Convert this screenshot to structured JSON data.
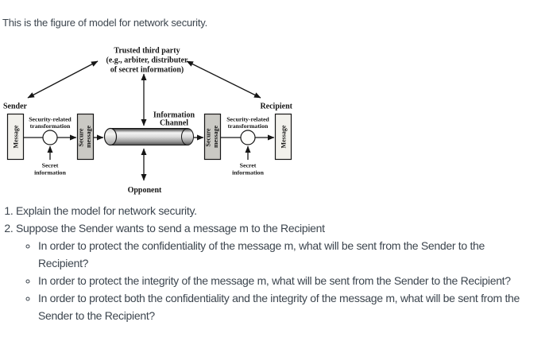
{
  "page": {
    "intro_text": "This is the figure of model for network security."
  },
  "diagram": {
    "trusted_third_party": {
      "line1": "Trusted third party",
      "line2": "(e.g., arbiter, distributer",
      "line3": "of secret information)"
    },
    "sender_label": "Sender",
    "recipient_label": "Recipient",
    "message_label": "Message",
    "secure_message": {
      "line1": "Secure",
      "line2": "message"
    },
    "security_transformation": {
      "line1": "Security-related",
      "line2": "transformation"
    },
    "secret_information": {
      "line1": "Secret",
      "line2": "information"
    },
    "information_channel": {
      "line1": "Information",
      "line2": "Channel"
    },
    "opponent_label": "Opponent",
    "colors": {
      "message_box_fill": "#f2f1ec",
      "secure_box_fill": "#cac9c4",
      "circle_fill": "#fdfdfb",
      "line_color": "#161616",
      "body_text_color": "#3c454e"
    }
  },
  "questions": {
    "items": [
      {
        "text": "Explain the model for network security."
      },
      {
        "text": "Suppose the Sender wants to send a message m to the Recipient",
        "sub_items": [
          "In order to protect the confidentiality of the message m, what will be sent from the Sender to the Recipient?",
          "In order to protect the integrity of the message m, what will be sent from the Sender to the Recipient?",
          "In order to protect both the confidentiality and the integrity of the message m, what will be sent from the Sender to the Recipient?"
        ]
      }
    ]
  }
}
